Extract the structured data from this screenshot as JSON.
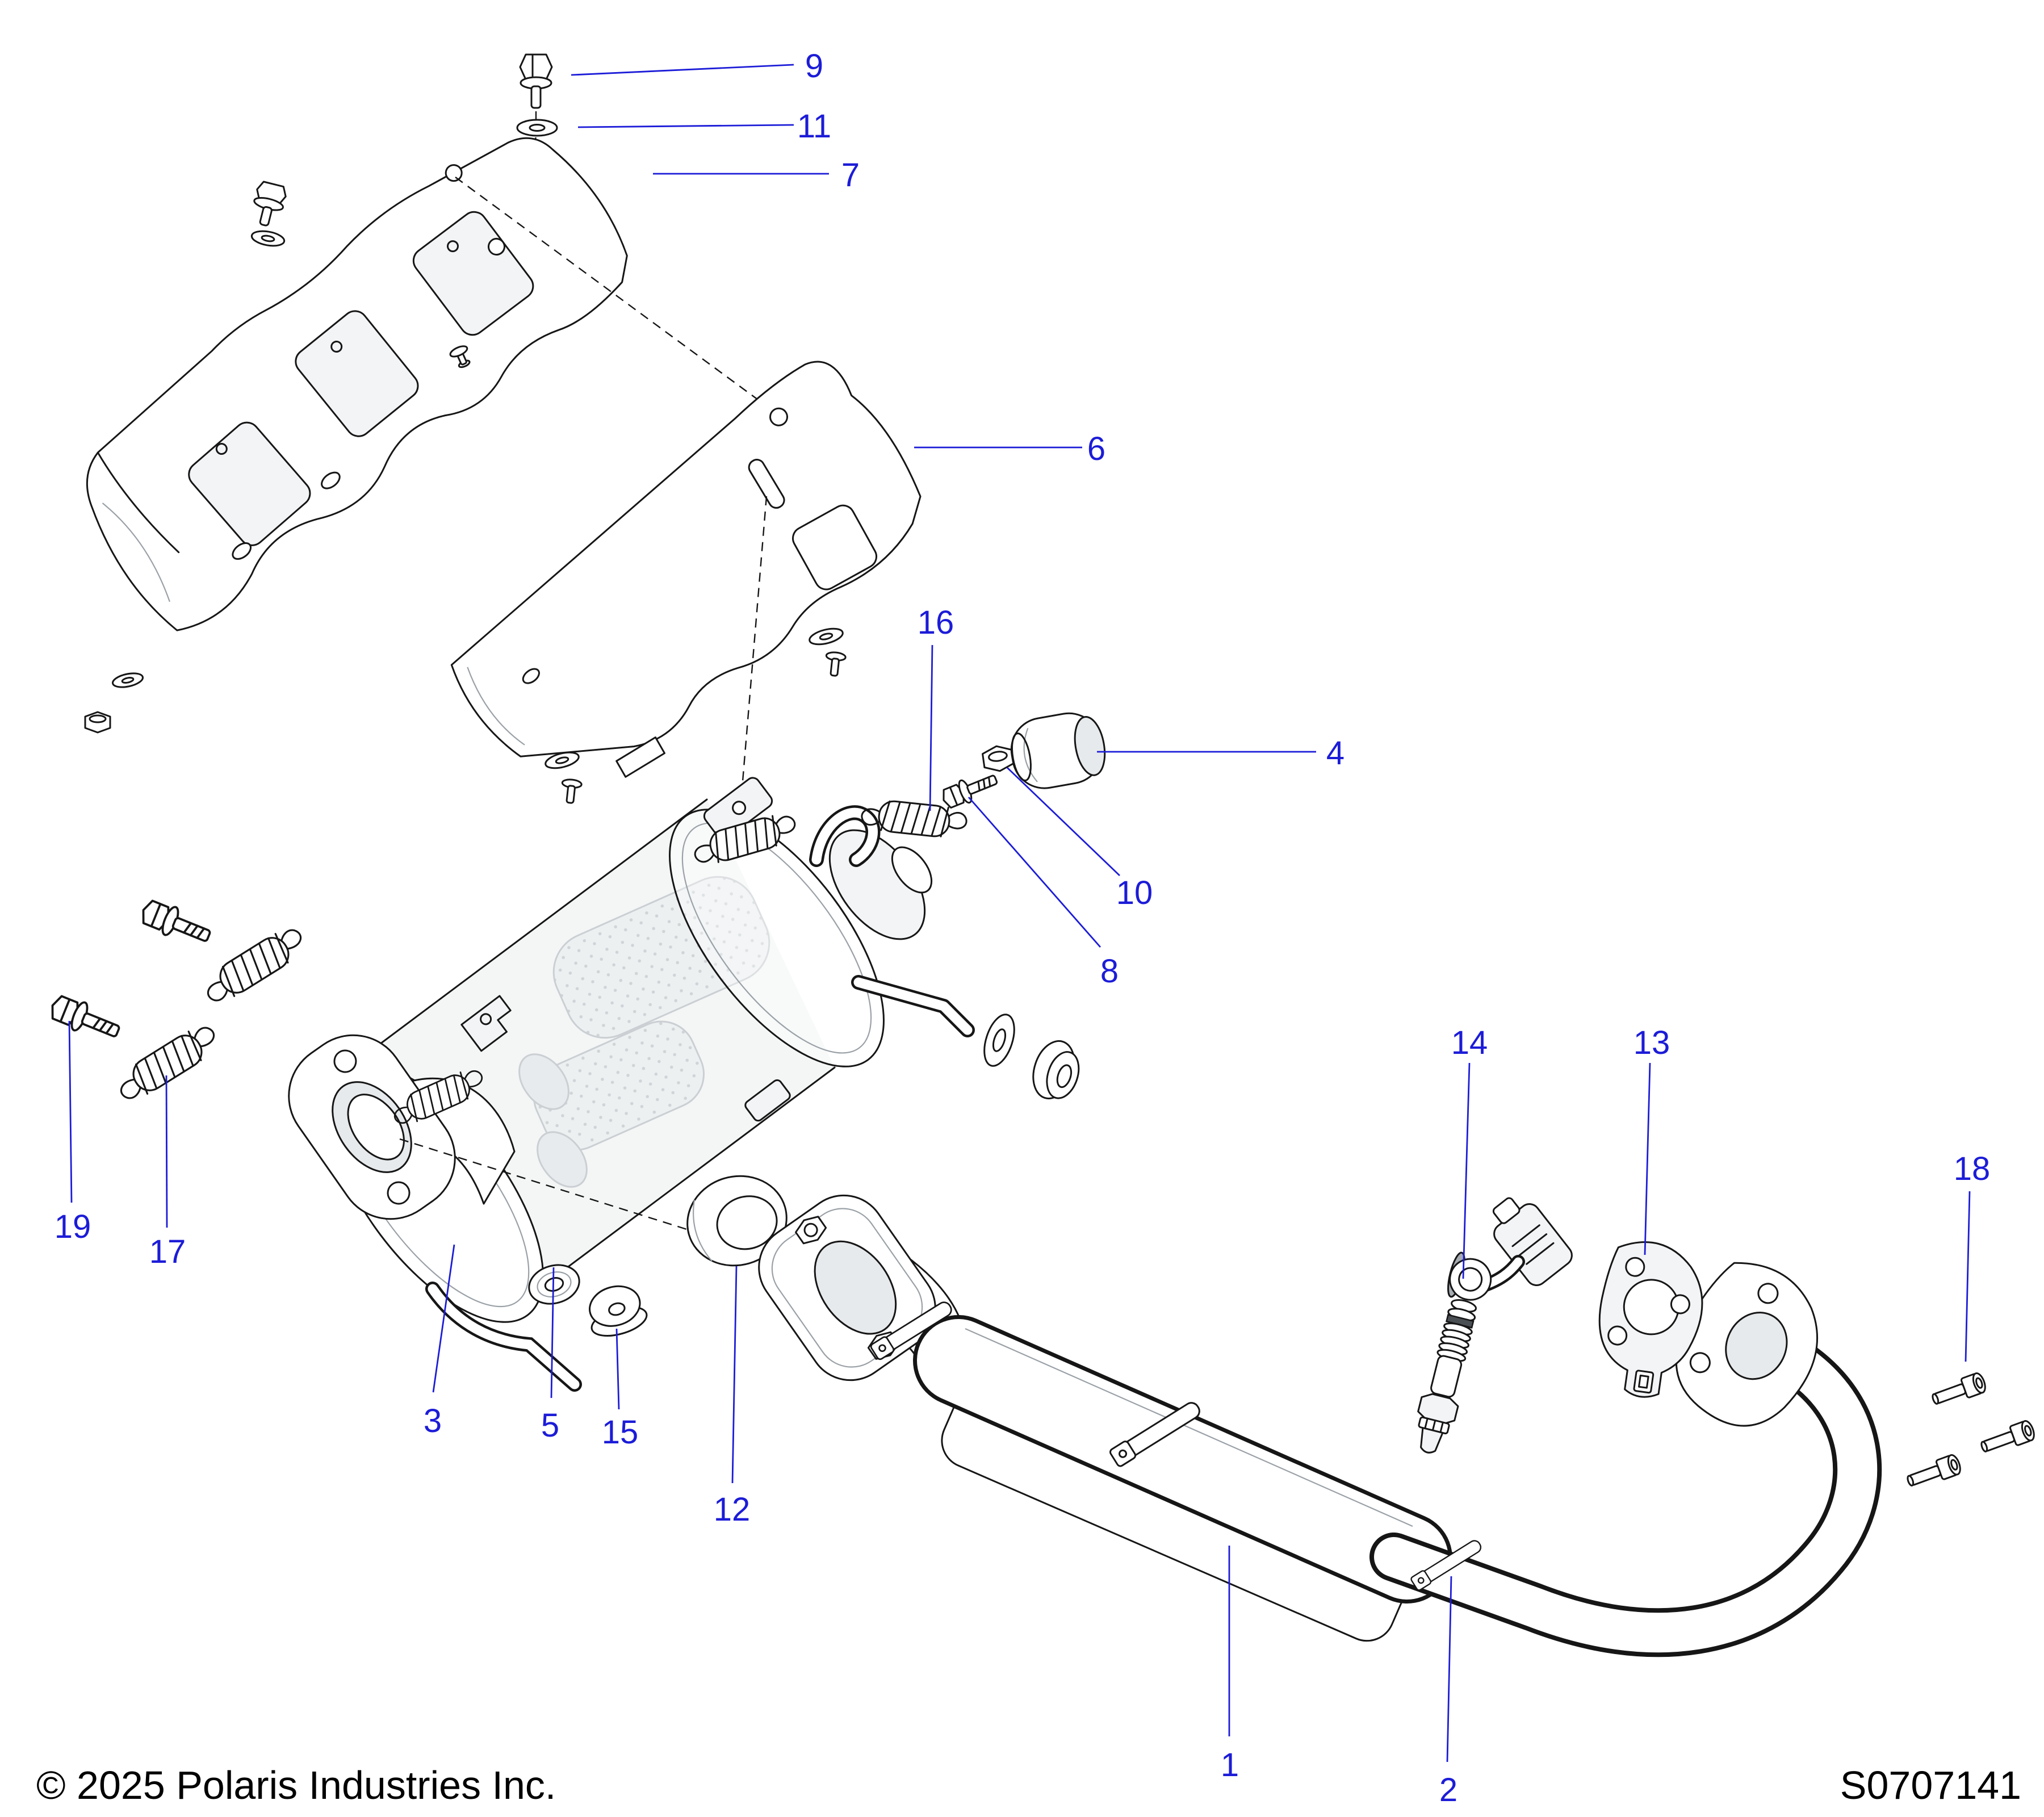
{
  "footer": {
    "copyright": "© 2025 Polaris Industries Inc.",
    "part_number": "S0707141"
  },
  "callouts": {
    "1": "1",
    "2": "2",
    "3": "3",
    "4": "4",
    "5": "5",
    "6": "6",
    "7": "7",
    "8": "8",
    "9": "9",
    "10": "10",
    "11": "11",
    "12": "12",
    "13": "13",
    "14": "14",
    "15": "15",
    "16": "16",
    "17": "17",
    "18": "18",
    "19": "19"
  },
  "colors": {
    "callout_blue": "#1c1cd8",
    "line_black": "#161616",
    "background": "#ffffff"
  }
}
